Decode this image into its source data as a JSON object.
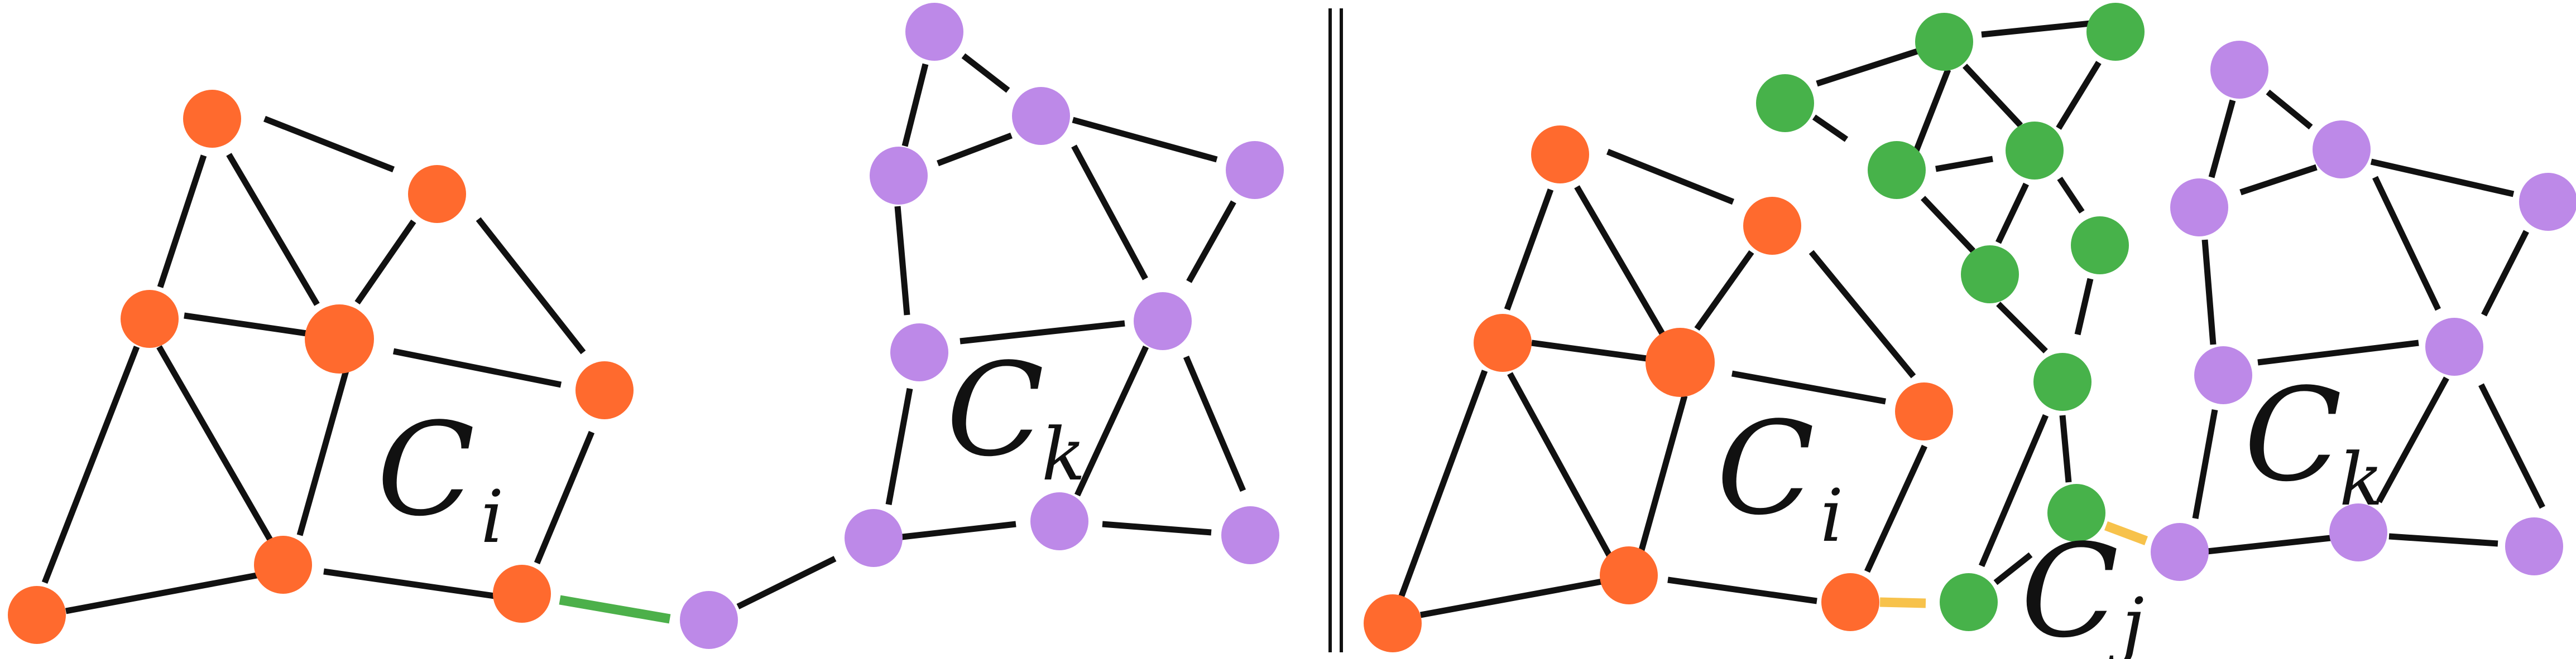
{
  "colors": {
    "cluster_i": "#ff6a2e",
    "cluster_k": "#bd89e8",
    "cluster_j": "#47b24a",
    "green_link": "#4cb04a",
    "yellow_link": "#f7c24b",
    "edge": "#111111"
  },
  "labels": {
    "left_ci": {
      "main": "C",
      "sub": "i"
    },
    "left_ck": {
      "main": "C",
      "sub": "k"
    },
    "right_ci": {
      "main": "C",
      "sub": "i"
    },
    "right_ck": {
      "main": "C",
      "sub": "k"
    },
    "right_cj": {
      "main": "C",
      "sub": "j"
    }
  },
  "panels": [
    "left-panel",
    "right-panel"
  ]
}
